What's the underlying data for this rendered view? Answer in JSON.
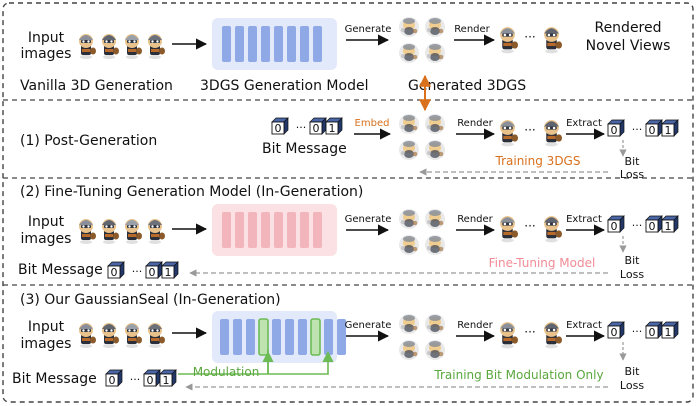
{
  "colors": {
    "blue_bar": "#8fa8e6",
    "blue_bg": "#e2e9fa",
    "pink_bar": "#f2b5bb",
    "pink_bg": "#fbe1e3",
    "green": "#6dbb55",
    "orange": "#d9701c",
    "pink_text": "#f08b96",
    "green_text": "#5aa73e",
    "cube_fill": "#22386a",
    "gray_line": "#999999"
  },
  "icons": {
    "character": "figure-icon",
    "gaussian": "gaussian-splat-icon",
    "bit_cube": "cube-icon"
  },
  "bits": {
    "first": "0",
    "dots": "···",
    "last": "01"
  },
  "vanilla": {
    "inputs_label_1": "Input",
    "inputs_label_2": "images",
    "generate_label": "Generate",
    "render_label": "Render",
    "rendered_label_1": "Rendered",
    "rendered_label_2": "Novel Views",
    "section_title": "Vanilla 3D Generation",
    "model_label": "3DGS Generation Model",
    "generated_label": "Generated 3DGS"
  },
  "post": {
    "title": "(1) Post-Generation",
    "embed_label": "Embed",
    "render_label": "Render",
    "extract_label": "Extract",
    "bit_message": "Bit Message",
    "training_label": "Training 3DGS",
    "bit_loss_1": "Bit",
    "bit_loss_2": "Loss"
  },
  "finetune": {
    "title": "(2) Fine-Tuning Generation Model (In-Generation)",
    "inputs_label_1": "Input",
    "inputs_label_2": "images",
    "generate_label": "Generate",
    "render_label": "Render",
    "extract_label": "Extract",
    "bit_message": "Bit Message",
    "training_label": "Fine-Tuning Model",
    "bit_loss_1": "Bit",
    "bit_loss_2": "Loss"
  },
  "ours": {
    "title": "(3) Our GaussianSeal (In-Generation)",
    "inputs_label_1": "Input",
    "inputs_label_2": "images",
    "generate_label": "Generate",
    "render_label": "Render",
    "extract_label": "Extract",
    "bit_message": "Bit Message",
    "modulation_label": "Modulation",
    "training_label": "Training Bit Modulation Only",
    "bit_loss_1": "Bit",
    "bit_loss_2": "Loss"
  }
}
